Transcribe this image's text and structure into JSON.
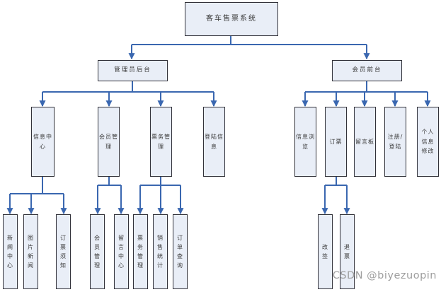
{
  "tree": {
    "root": "客车售票系统",
    "admin": "管理员后台",
    "member": "会员前台",
    "admin_children": [
      "信息中\n心",
      "会员管\n理",
      "票务管\n理",
      "登陆信\n息"
    ],
    "member_children": [
      "信息浏\n览",
      "订票",
      "留言板",
      "注册/\n登陆",
      "个人\n信息\n修改"
    ],
    "info_center_children": [
      "新\n闻\n中\n心",
      "图\n片\n新\n闻",
      "订\n票\n须\n知"
    ],
    "member_mgmt_children": [
      "会\n员\n管\n理",
      "留\n言\n中\n心"
    ],
    "ticket_mgmt_children": [
      "票\n务\n管\n理",
      "销\n售\n统\n计",
      "订\n单\n查\n询"
    ],
    "booking_children": [
      "改\n签",
      "退\n票"
    ]
  },
  "watermark": "CSDN @biyezuopin",
  "colors": {
    "box_fill": "#e9eef7",
    "box_border": "#32323a",
    "connector": "#3a67b0",
    "text": "#3a3a3a",
    "watermark_gray": "#9e9e9e",
    "background": "#ffffff"
  }
}
